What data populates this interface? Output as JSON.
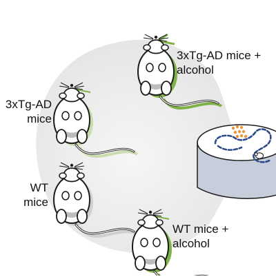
{
  "colors": {
    "background": "#ffffff",
    "spotlight": "#e9e9e9",
    "mouse_body": "#ffffff",
    "mouse_outline": "#1a1a1a",
    "mouse_belly": "#bdbdbd",
    "alcohol_shadow": "#7fb347",
    "ad_shadow": "#c9dcae",
    "wt_shadow": "#cfcfcf",
    "maze_side": "#c7cddb",
    "maze_path": "#2d4a8a",
    "food_dots": "#e8963c"
  },
  "groups": [
    {
      "id": "ad_alcohol",
      "label_lines": [
        "3xTg-AD mice +",
        "alcohol"
      ],
      "shadow": "alcohol",
      "icon": "mouse-icon"
    },
    {
      "id": "ad",
      "label_lines": [
        "3xTg-AD",
        "mice"
      ],
      "shadow": "ad",
      "icon": "mouse-icon"
    },
    {
      "id": "wt",
      "label_lines": [
        "WT",
        "mice"
      ],
      "shadow": "wt",
      "icon": "mouse-icon"
    },
    {
      "id": "wt_alcohol",
      "label_lines": [
        "WT mice +",
        "alcohol"
      ],
      "shadow": "alcohol",
      "icon": "mouse-icon"
    }
  ],
  "apparatus": {
    "icon": "maze-arena-icon"
  }
}
